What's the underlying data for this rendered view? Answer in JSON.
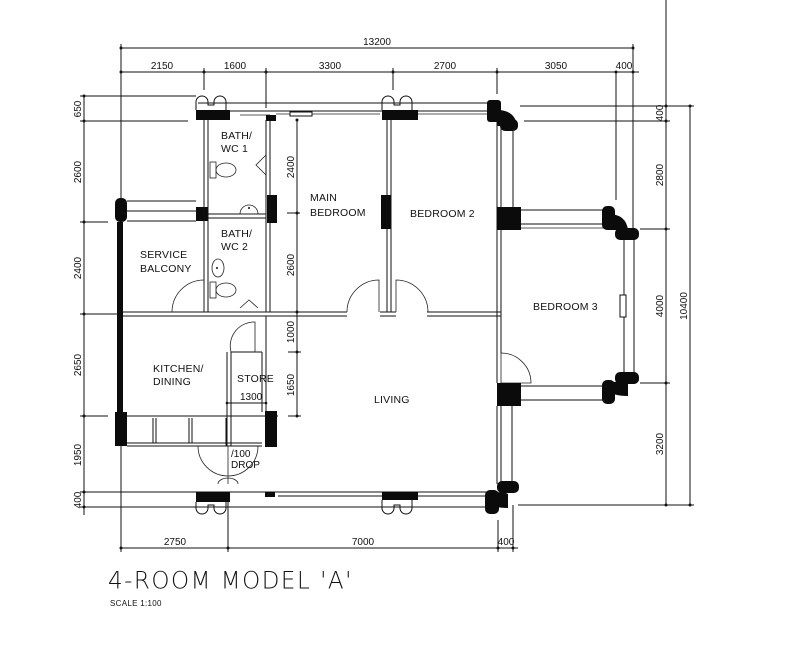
{
  "drawing": {
    "title": "4-ROOM MODEL 'A'",
    "scale_label": "SCALE   1:100"
  },
  "dimensions": {
    "overall_width": "13200",
    "overall_height": "10400",
    "top": [
      "2150",
      "1600",
      "3300",
      "2700",
      "3050",
      "400"
    ],
    "bottom": [
      "2750",
      "7000",
      "400"
    ],
    "left": [
      "650",
      "2600",
      "2400",
      "2650",
      "1950",
      "400"
    ],
    "right": [
      "400",
      "2800",
      "4000",
      "3200"
    ],
    "interior": {
      "bath_height": "2400",
      "main_bedroom_lower": "2600",
      "corridor": "1000",
      "store_depth": "1650",
      "store_width": "1300",
      "drop": "/100",
      "drop_label": "DROP"
    }
  },
  "rooms": {
    "bath_wc_1": [
      "BATH/",
      "WC  1"
    ],
    "bath_wc_2": [
      "BATH/",
      "WC  2"
    ],
    "main_bedroom": [
      "MAIN",
      "BEDROOM"
    ],
    "bedroom_2": "BEDROOM  2",
    "bedroom_3": "BEDROOM  3",
    "service_balcony": [
      "SERVICE",
      "BALCONY"
    ],
    "kitchen_dining": [
      "KITCHEN/",
      "DINING"
    ],
    "store": "STORE",
    "living": "LIVING"
  },
  "colors": {
    "ink": "#111111",
    "paper": "#ffffff"
  }
}
